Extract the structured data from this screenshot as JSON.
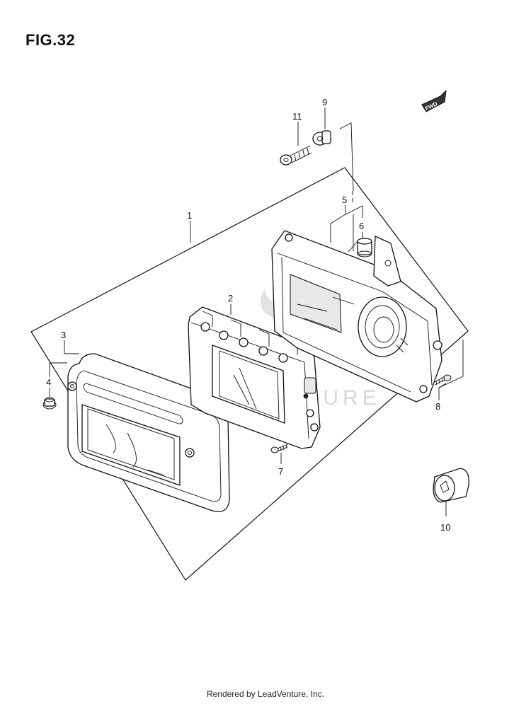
{
  "figure": {
    "title": "FIG.32"
  },
  "fwd_badge": "FWD",
  "watermark": "LEADVENTURE",
  "callouts": {
    "c1": "1",
    "c2": "2",
    "c3": "3",
    "c4": "4",
    "c5": "5",
    "c6": "6",
    "c7": "7",
    "c8": "8",
    "c9": "9",
    "c10": "10",
    "c11": "11"
  },
  "footer": "Rendered by LeadVenture, Inc."
}
